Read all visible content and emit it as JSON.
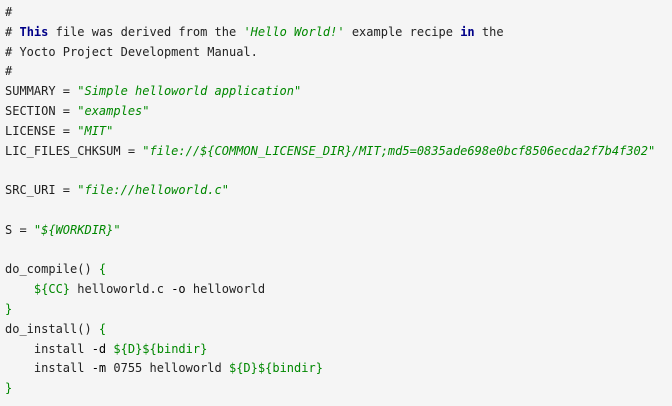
{
  "colors": {
    "background": "#f5f5f5",
    "text": "#222222",
    "keyword": "#000088",
    "string": "#008800"
  },
  "code": {
    "l1": "#",
    "l2_kw": "This",
    "l2_a": " file was derived from the ",
    "l2_str": "'Hello World!'",
    "l2_b": " example recipe ",
    "l2_kw2": "in",
    "l2_c": " the",
    "l3": "# Yocto Project Development Manual.",
    "l4": "#",
    "l5_a": "SUMMARY = ",
    "l5_str": "\"Simple helloworld application\"",
    "l6_a": "SECTION = ",
    "l6_str": "\"examples\"",
    "l7_a": "LICENSE = ",
    "l7_str": "\"MIT\"",
    "l8_a": "LIC_FILES_CHKSUM = ",
    "l8_str": "\"file://${COMMON_LICENSE_DIR}/MIT;md5=0835ade698e0bcf8506ecda2f7b4f302\"",
    "l10_a": "SRC_URI = ",
    "l10_str": "\"file://helloworld.c\"",
    "l12_a": "S = ",
    "l12_str": "\"${WORKDIR}\"",
    "l14_a": "do_compile() ",
    "l14_brace": "{",
    "l15_indent": "    ",
    "l15_var": "${CC}",
    "l15_b": " helloworld.c ",
    "l15_opt": "-o",
    "l15_c": " helloworld",
    "l16_brace": "}",
    "l17_a": "do_install() ",
    "l17_brace": "{",
    "l18_indent": "    install ",
    "l18_opt": "-d",
    "l18_b": " ",
    "l18_var1": "${D}",
    "l18_var2": "${bindir}",
    "l19_indent": "    install ",
    "l19_opt": "-m",
    "l19_b": " 0755 helloworld ",
    "l19_var1": "${D}",
    "l19_var2": "${bindir}",
    "l20_brace": "}"
  }
}
